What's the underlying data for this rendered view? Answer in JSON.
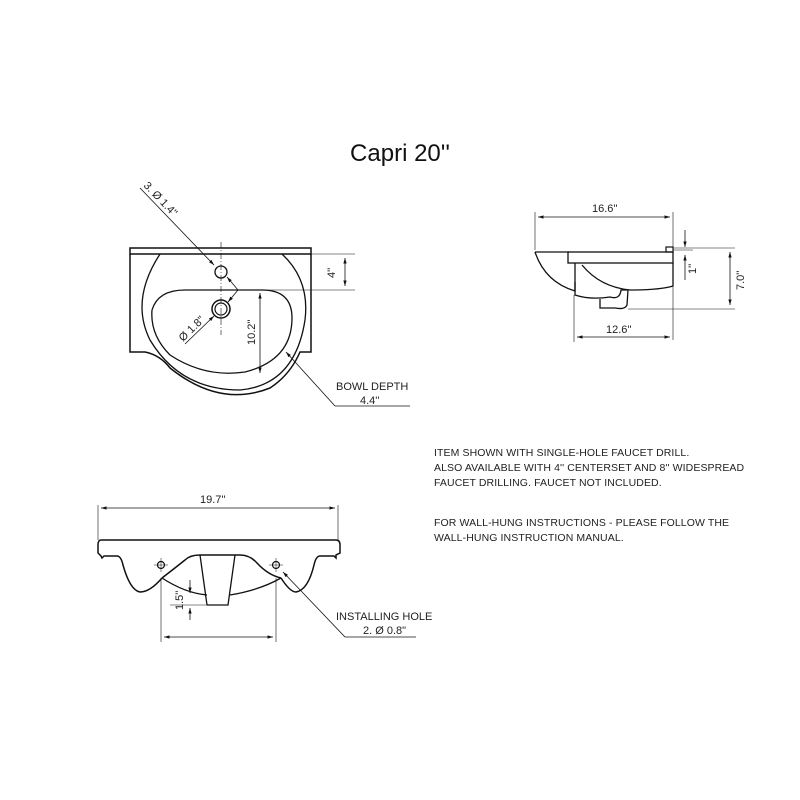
{
  "title": "Capri 20''",
  "top_view": {
    "faucet_holes_label": "3. Ø 1.4\"",
    "drain_label": "Ø 1.8\"",
    "faucet_offset_label": "4''",
    "bowl_length_label": "10.2''",
    "bowl_depth_label": "BOWL DEPTH",
    "bowl_depth_value": "4.4''"
  },
  "side_view": {
    "overall_depth_label": "16.6''",
    "back_depth_label": "12.6''",
    "rim_height_label": "1''",
    "total_height_label": "7.0''"
  },
  "front_view": {
    "width_label": "19.7''",
    "drop_label": "1.5''",
    "installing_hole_label": "INSTALLING HOLE",
    "installing_hole_value": "2. Ø 0.8\""
  },
  "notes": {
    "paragraph1": [
      "ITEM SHOWN WITH SINGLE-HOLE FAUCET DRILL.",
      "ALSO AVAILABLE WITH 4'' CENTERSET AND 8'' WIDESPREAD",
      "FAUCET DRILLING. FAUCET NOT INCLUDED."
    ],
    "paragraph2": [
      "FOR WALL-HUNG INSTRUCTIONS - PLEASE FOLLOW THE",
      "WALL-HUNG INSTRUCTION MANUAL."
    ]
  }
}
